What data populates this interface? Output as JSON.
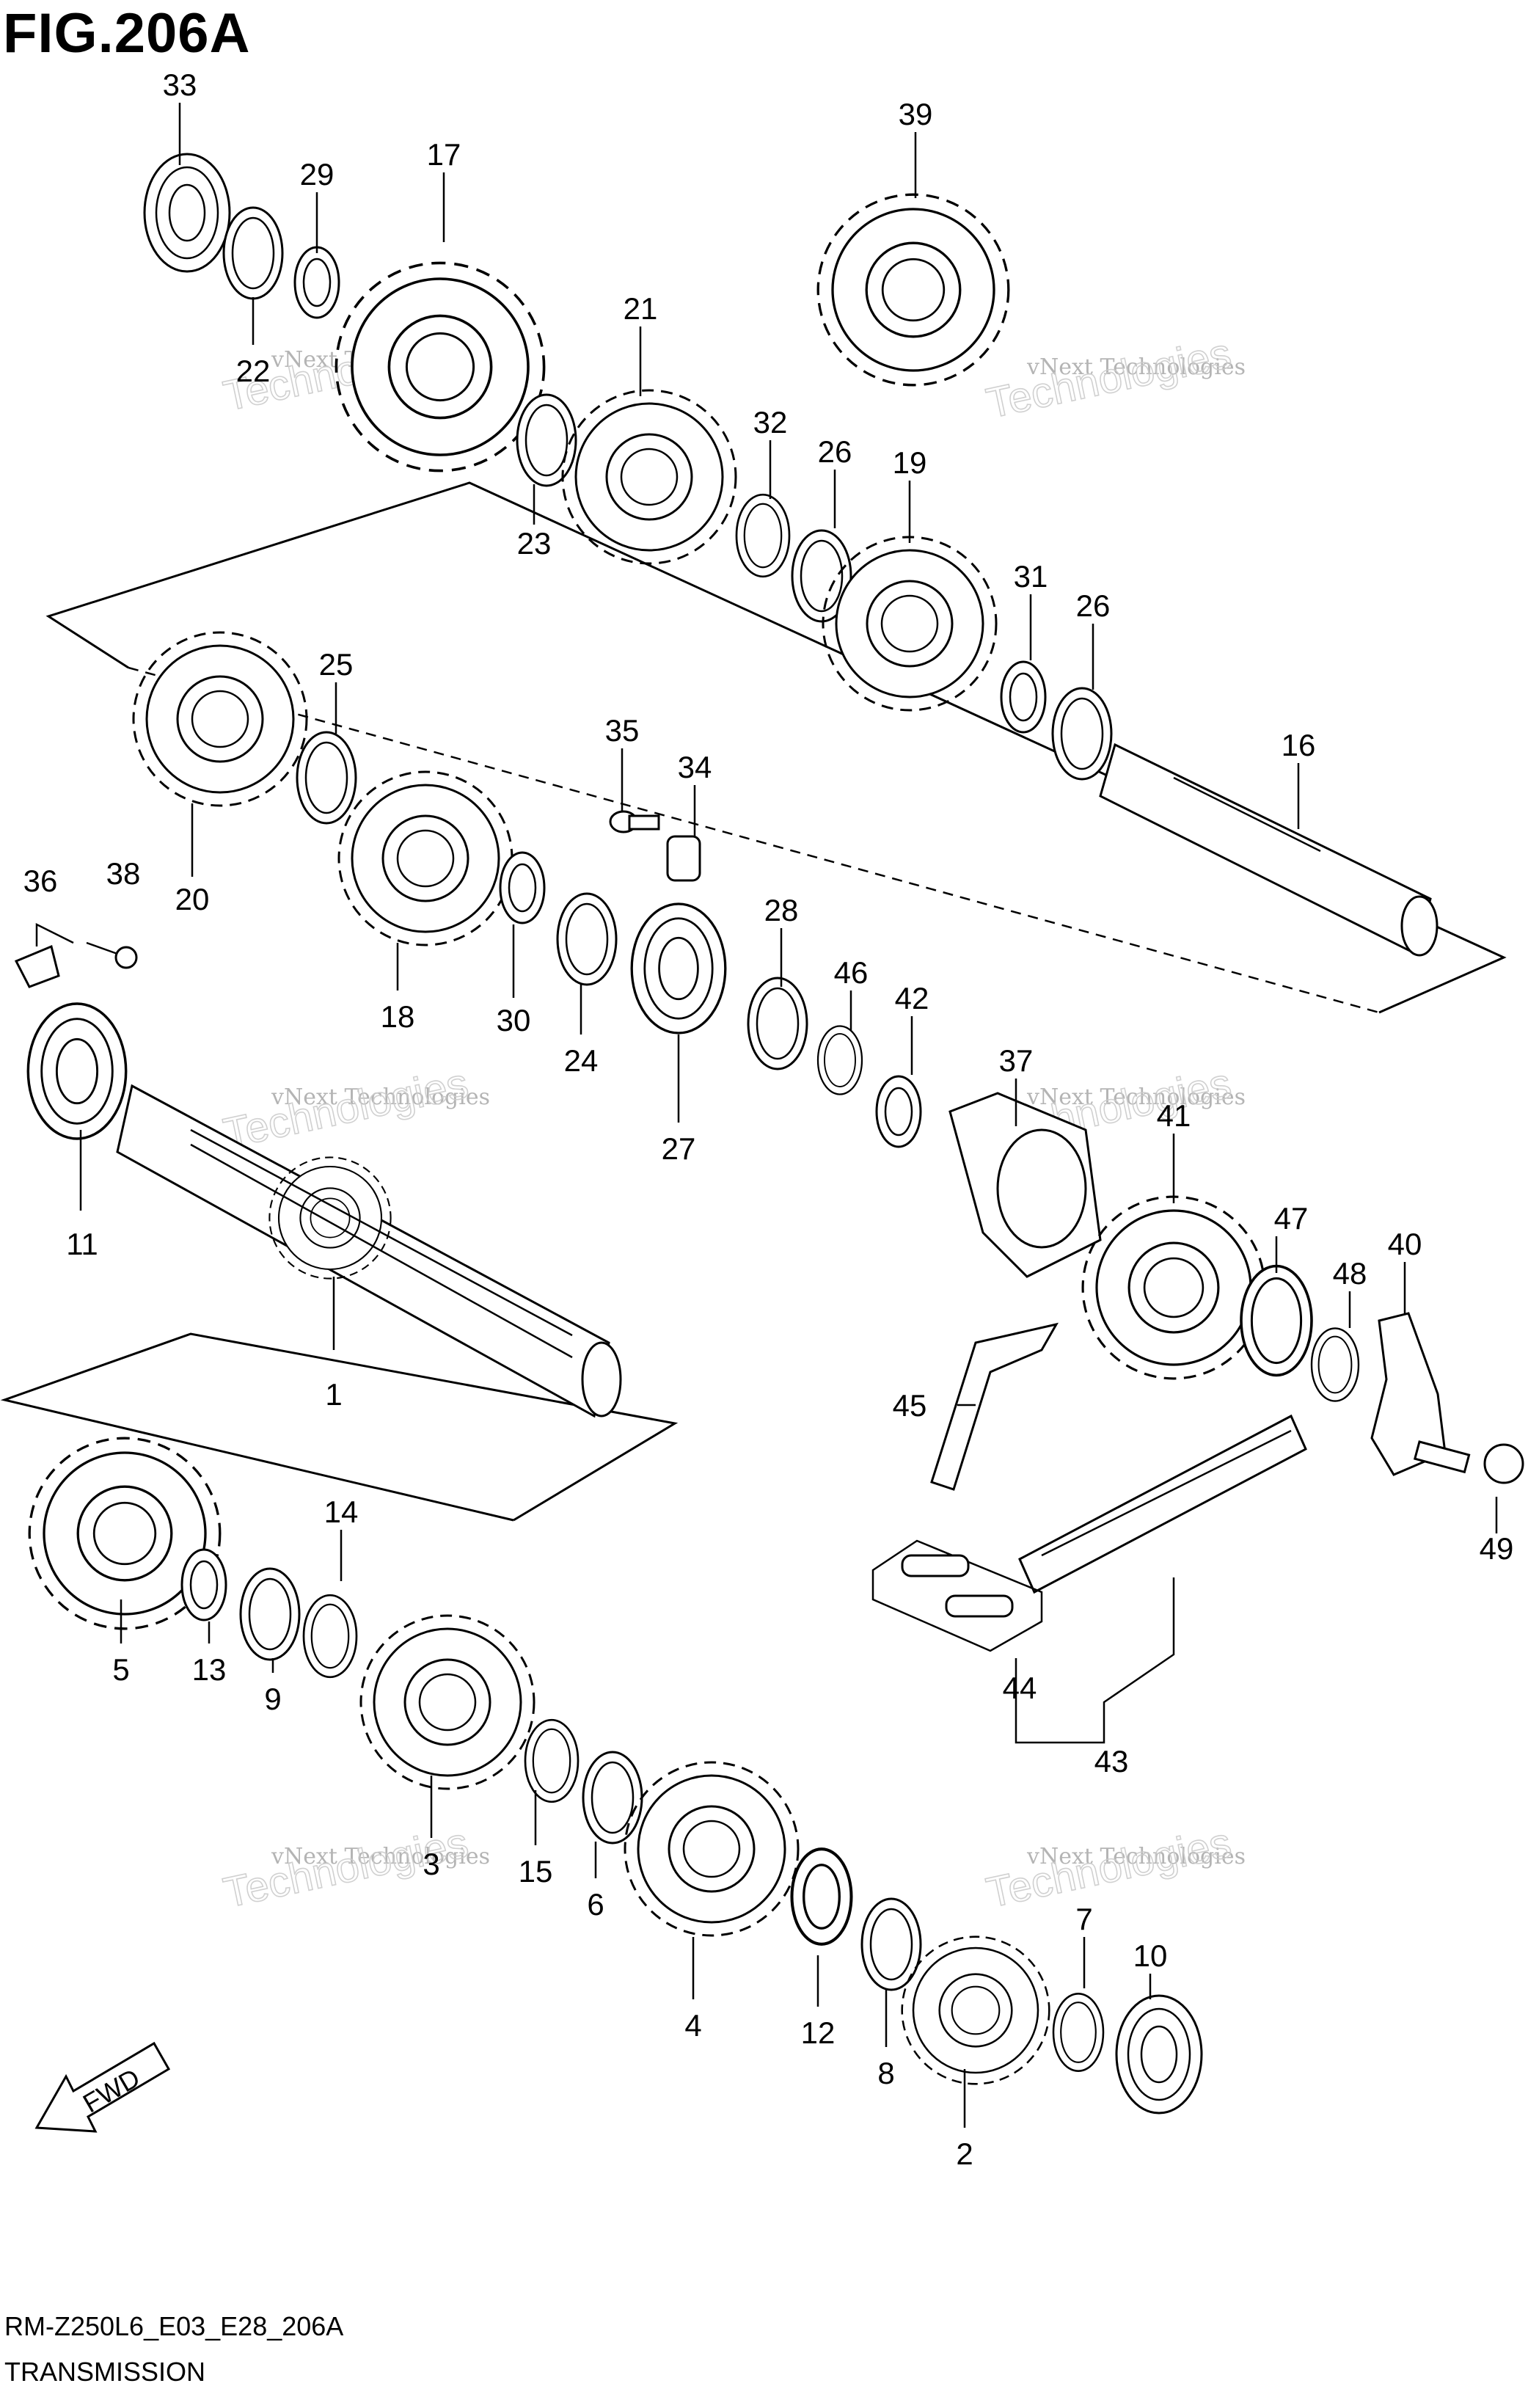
{
  "figure": {
    "title": "FIG.206A",
    "code": "RM-Z250L6_E03_E28_206A",
    "name": "TRANSMISSION"
  },
  "fwd_label": "FWD",
  "watermarks": [
    {
      "line1": "vNext Technologies",
      "line2": "Technologies"
    },
    {
      "line1": "vNext Technologies",
      "line2": "Technologies"
    },
    {
      "line1": "vNext Technologies",
      "line2": "Technologies"
    },
    {
      "line1": "vNext Technologies",
      "line2": "Technologies"
    },
    {
      "line1": "vNext Technologies",
      "line2": "Technologies"
    },
    {
      "line1": "vNext Technologies",
      "line2": "Technologies"
    }
  ],
  "callouts": {
    "p1": "1",
    "p2": "2",
    "p3": "3",
    "p4": "4",
    "p5": "5",
    "p6": "6",
    "p7": "7",
    "p8": "8",
    "p9": "9",
    "p10": "10",
    "p11": "11",
    "p12": "12",
    "p13": "13",
    "p14": "14",
    "p15": "15",
    "p16": "16",
    "p17": "17",
    "p18": "18",
    "p19": "19",
    "p20": "20",
    "p21": "21",
    "p22": "22",
    "p23": "23",
    "p24": "24",
    "p25": "25",
    "p26a": "26",
    "p26b": "26",
    "p27": "27",
    "p28": "28",
    "p29": "29",
    "p30": "30",
    "p31": "31",
    "p32": "32",
    "p33": "33",
    "p34": "34",
    "p35": "35",
    "p36": "36",
    "p37": "37",
    "p38": "38",
    "p39": "39",
    "p40": "40",
    "p41": "41",
    "p42": "42",
    "p43": "43",
    "p44": "44",
    "p45": "45",
    "p46": "46",
    "p47": "47",
    "p48": "48",
    "p49": "49"
  }
}
